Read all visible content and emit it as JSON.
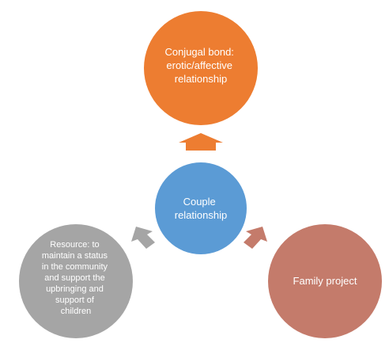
{
  "colors": {
    "center": "#5B9BD5",
    "top": "#ED7D31",
    "left": "#A5A5A5",
    "right": "#C47B6B",
    "arrow_up": "#ED7D31",
    "arrow_left": "#A5A5A5",
    "arrow_right": "#C47B6B"
  },
  "nodes": {
    "center": {
      "lines": [
        "Couple",
        "relationship"
      ]
    },
    "top": {
      "lines": [
        "Conjugal bond:",
        "erotic/affective",
        "relationship"
      ]
    },
    "left": {
      "lines": [
        "Resource: to",
        "maintain a status",
        "in the community",
        "and support the",
        "upbringing and",
        "support of",
        "children"
      ]
    },
    "right": {
      "lines": [
        "Family project"
      ]
    }
  }
}
